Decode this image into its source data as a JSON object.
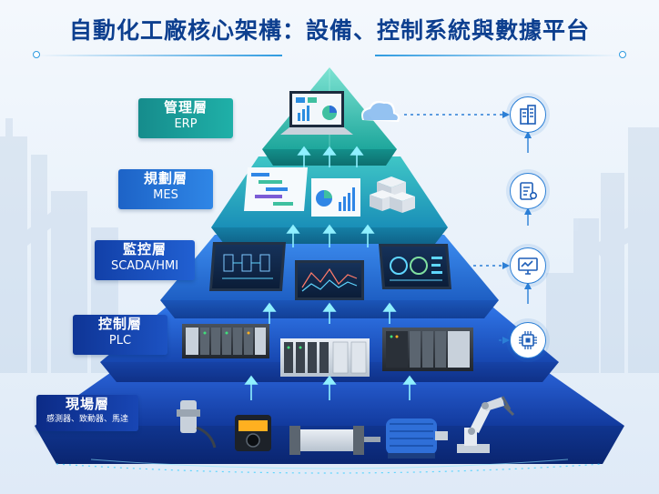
{
  "title": "自動化工廠核心架構：設備、控制系統與數據平台",
  "layers": [
    {
      "id": "erp",
      "name": "管理層",
      "sub": "ERP",
      "color": "#1aa3a0"
    },
    {
      "id": "mes",
      "name": "規劃層",
      "sub": "MES",
      "color": "#1a8fb8"
    },
    {
      "id": "scada",
      "name": "監控層",
      "sub": "SCADA/HMI",
      "color": "#1e5fc4"
    },
    {
      "id": "plc",
      "name": "控制層",
      "sub": "PLC",
      "color": "#1747b0"
    },
    {
      "id": "field",
      "name": "現場層",
      "sub": "感測器、致動器、馬達",
      "color": "#123a9e"
    }
  ],
  "side_icons": [
    "building-icon",
    "clipboard-gear-icon",
    "monitor-chart-icon",
    "chip-icon"
  ],
  "colors": {
    "title": "#0d3f8f",
    "accent": "#2f9be0",
    "arrow": "#7fe0ff"
  }
}
